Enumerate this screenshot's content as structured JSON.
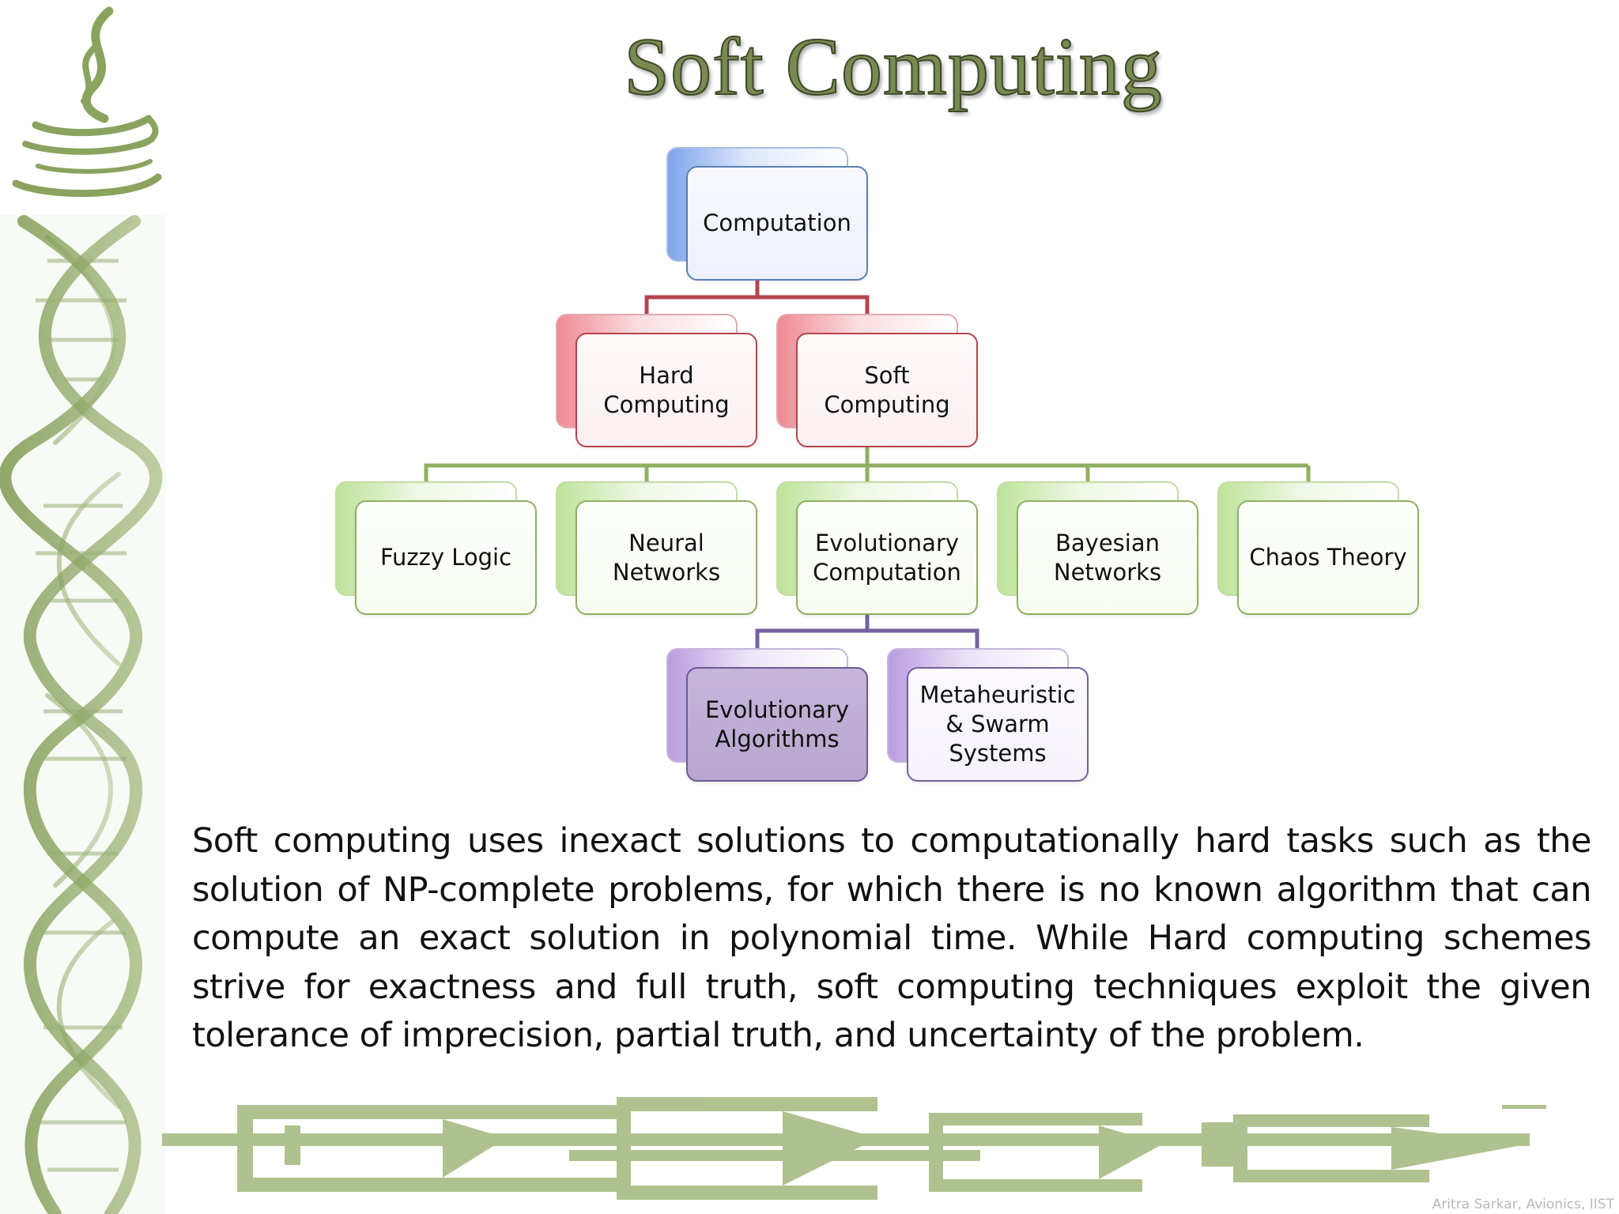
{
  "title": "Soft Computing",
  "diagram": {
    "root": "Computation",
    "level1": [
      "Hard\nComputing",
      "Soft\nComputing"
    ],
    "level2": [
      "Fuzzy Logic",
      "Neural\nNetworks",
      "Evolutionary\nComputation",
      "Bayesian\nNetworks",
      "Chaos Theory"
    ],
    "level3": [
      "Evolutionary\nAlgorithms",
      "Metaheuristic\n& Swarm\nSystems"
    ],
    "colors": {
      "root": "#5b80b5",
      "level1": "#b6444e",
      "level2": "#8fb062",
      "level3": "#7562a0",
      "decoration": "#8aa35e"
    }
  },
  "body": "Soft computing uses inexact solutions to computationally hard tasks such as the solution of NP-complete problems, for which there is no known algorithm that can compute an exact solution in polynomial time. While Hard computing schemes strive for exactness and full truth, soft computing techniques exploit the given tolerance of imprecision, partial truth, and uncertainty of the problem.",
  "footer": "Aritra Sarkar, Avionics, IIST",
  "icons": [
    "java-cup-icon",
    "dna-helix-icon",
    "electronic-circuit-trace-icon"
  ]
}
